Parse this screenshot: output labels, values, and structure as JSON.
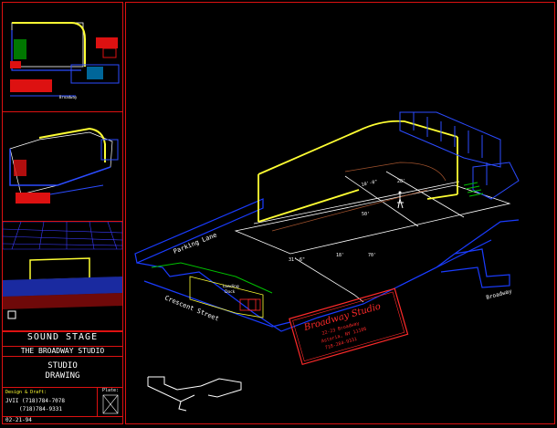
{
  "titleblock": {
    "project_title": "SOUND STAGE",
    "studio_name": "THE BROADWAY STUDIO",
    "drawing_title_1": "STUDIO",
    "drawing_title_2": "DRAWING",
    "design_label": "Design & Draft:",
    "phone_1": "JVII (718)784-7078",
    "phone_2": "(718)784-9331",
    "plate_label": "Plate:",
    "date": "02-21-94"
  },
  "plan": {
    "street_1": "Parking Lane",
    "street_2": "Crescent Street",
    "street_3": "Broadway",
    "logo_title": "Broadway Studio",
    "logo_line_1": "22-23 Broadway",
    "logo_line_2": "Astoria, NY 11106",
    "logo_line_3": "718-284-9331",
    "dim_1": "10'-0\"",
    "dim_2": "28'",
    "dim_3": "50'",
    "dim_4": "31'-6\"",
    "dim_5": "18'",
    "dim_6": "70'",
    "lobby_label_1": "Loading",
    "lobby_label_2": "Dock"
  },
  "colors": {
    "frame": "#d11111",
    "wall": "#ffff33",
    "outline": "#1a3cff",
    "accent": "#ff2a2a"
  }
}
